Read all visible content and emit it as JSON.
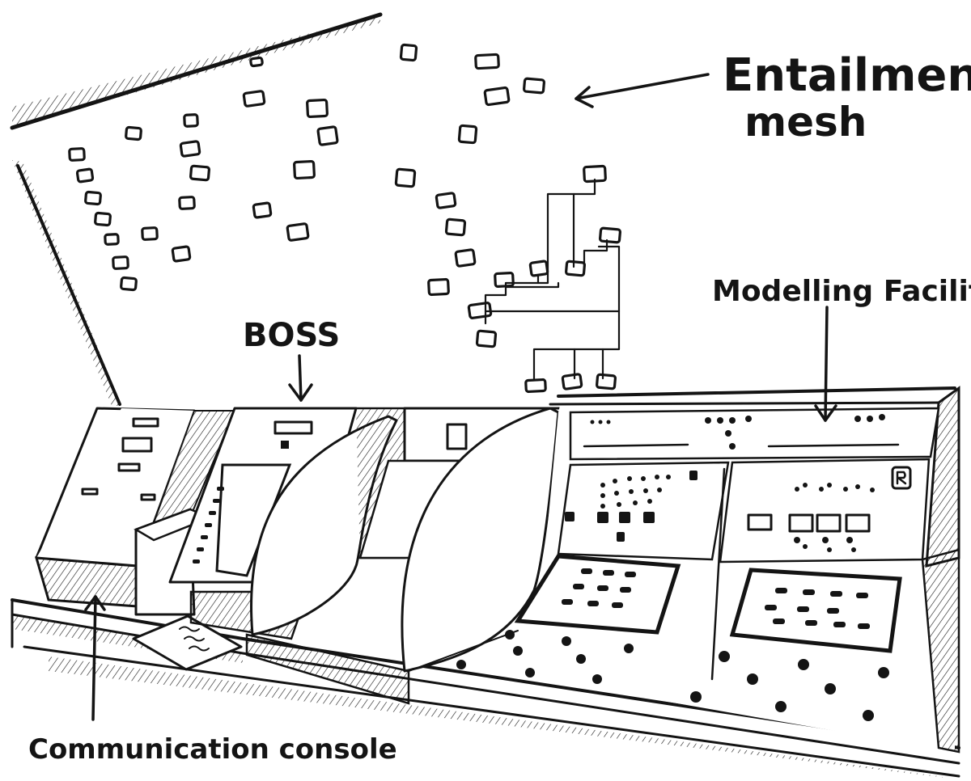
{
  "labels": {
    "entailment_line1": "Entailment",
    "entailment_line2": "mesh",
    "modelling": "Modelling Facility",
    "boss": "BOSS",
    "communication": "Communication console"
  },
  "colors": {
    "ink": "#141414",
    "paper": "#ffffff"
  },
  "icons": {
    "corner_badge": "R-icon"
  }
}
